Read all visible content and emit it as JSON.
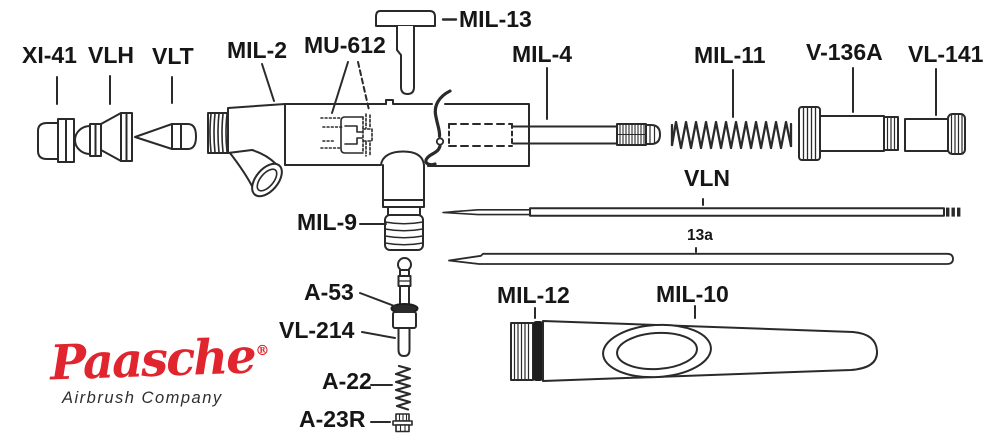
{
  "diagram": {
    "part_labels": {
      "xi41": "XI-41",
      "vlh": "VLH",
      "vlt": "VLT",
      "mil2": "MIL-2",
      "mu612": "MU-612",
      "mil13": "MIL-13",
      "mil4": "MIL-4",
      "mil11": "MIL-11",
      "v136a": "V-136A",
      "vl141": "VL-141",
      "vln": "VLN",
      "rod13a": "13a",
      "mil9": "MIL-9",
      "a53": "A-53",
      "vl214": "VL-214",
      "a22": "A-22",
      "a23r": "A-23R",
      "mil12": "MIL-12",
      "mil10": "MIL-10"
    },
    "logo": {
      "brand": "Paasche",
      "registered_mark": "®",
      "tagline": "Airbrush Company",
      "brand_color": "#e0252e",
      "tagline_color": "#2f2f2f"
    },
    "colors": {
      "background": "#ffffff",
      "line": "#2a2a2a",
      "label_text": "#161616"
    }
  }
}
